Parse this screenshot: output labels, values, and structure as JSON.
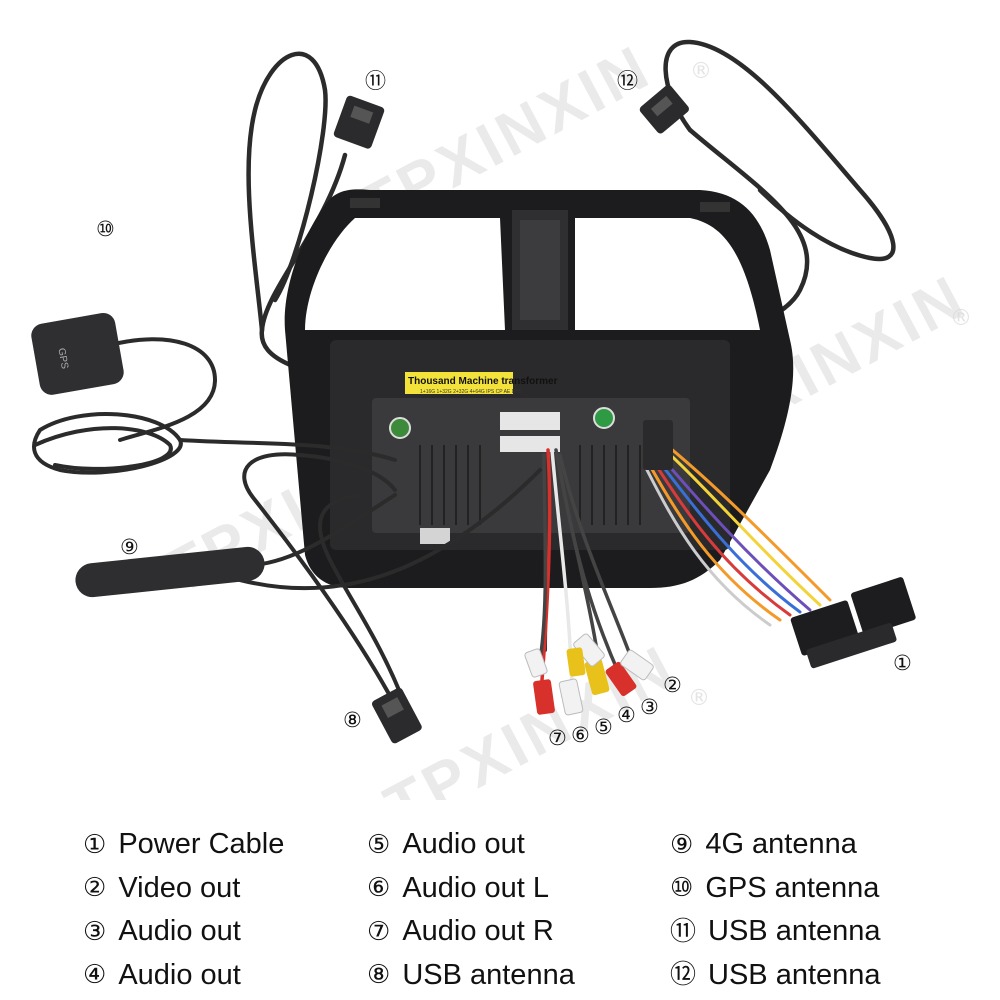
{
  "watermark": {
    "text": "TPXINXIN",
    "mark": "®"
  },
  "sticker": {
    "title": "Thousand Machine transformer",
    "subtitle": "1+16G 1+32G 2+32G 4+64G IPS CP AE DBD"
  },
  "callouts": [
    {
      "id": "power-cable",
      "num": "①"
    },
    {
      "id": "video-out",
      "num": "②"
    },
    {
      "id": "audio-out-3",
      "num": "③"
    },
    {
      "id": "audio-out-4",
      "num": "④"
    },
    {
      "id": "audio-out-5",
      "num": "⑤"
    },
    {
      "id": "audio-out-l",
      "num": "⑥"
    },
    {
      "id": "audio-out-r",
      "num": "⑦"
    },
    {
      "id": "usb-antenna-8",
      "num": "⑧"
    },
    {
      "id": "4g-antenna",
      "num": "⑨"
    },
    {
      "id": "gps-antenna",
      "num": "⑩"
    },
    {
      "id": "usb-antenna-11",
      "num": "⑪"
    },
    {
      "id": "usb-antenna-12",
      "num": "⑫"
    }
  ],
  "legend": {
    "columns": [
      [
        {
          "num": "①",
          "text": "Power Cable"
        },
        {
          "num": "②",
          "text": "Video out"
        },
        {
          "num": "③",
          "text": "Audio out"
        },
        {
          "num": "④",
          "text": "Audio out"
        }
      ],
      [
        {
          "num": "⑤",
          "text": "Audio out"
        },
        {
          "num": "⑥",
          "text": "Audio out L"
        },
        {
          "num": "⑦",
          "text": "Audio out R"
        },
        {
          "num": "⑧",
          "text": "USB antenna"
        }
      ],
      [
        {
          "num": "⑨",
          "text": "4G antenna"
        },
        {
          "num": "⑩",
          "text": "GPS antenna"
        },
        {
          "num": "⑪",
          "text": "USB antenna"
        },
        {
          "num": "⑫",
          "text": "USB antenna"
        }
      ]
    ]
  },
  "colors": {
    "frame": "#1c1c1e",
    "unit": "#2a2a2c",
    "cable": "#2b2b2b",
    "rca_red": "#d8302a",
    "rca_yellow": "#e8c21a",
    "rca_white": "#f2f2f2",
    "wire_orange": "#f39a2b",
    "wire_yellow": "#f3d33a",
    "wire_purple": "#6c4fb8",
    "wire_blue": "#3a6fd8",
    "wire_red": "#d73b3b",
    "sticker": "#f3e23a"
  }
}
